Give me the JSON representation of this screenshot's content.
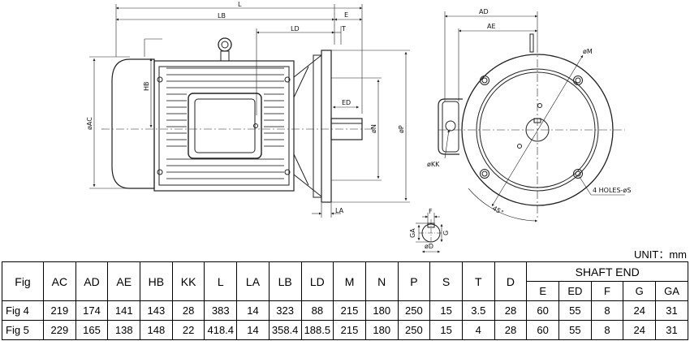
{
  "drawing_labels": {
    "L": "L",
    "LB": "LB",
    "E": "E",
    "LD": "LD",
    "T": "T",
    "HB": "HB",
    "phiAC": "øAC",
    "ED": "ED",
    "phiN": "øN",
    "phiP": "øP",
    "LA": "LA",
    "AD": "AD",
    "AE": "AE",
    "phiM": "øM",
    "phiKK": "øKK",
    "holes": "4 HOLES-øS",
    "angle": "45°",
    "F": "F",
    "GA": "GA",
    "G": "G",
    "phiD": "øD"
  },
  "unit_label": "UNIT：mm",
  "table": {
    "header_main": [
      "Fig",
      "AC",
      "AD",
      "AE",
      "HB",
      "KK",
      "L",
      "LA",
      "LB",
      "LD",
      "M",
      "N",
      "P",
      "S",
      "T",
      "D"
    ],
    "shaft_end_title": "SHAFT END",
    "header_shaft": [
      "E",
      "ED",
      "F",
      "G",
      "GA"
    ],
    "rows": [
      [
        "Fig 4",
        "219",
        "174",
        "141",
        "143",
        "28",
        "383",
        "14",
        "323",
        "88",
        "215",
        "180",
        "250",
        "15",
        "3.5",
        "28",
        "60",
        "55",
        "8",
        "24",
        "31"
      ],
      [
        "Fig 5",
        "229",
        "165",
        "138",
        "148",
        "22",
        "418.4",
        "14",
        "358.4",
        "188.5",
        "215",
        "180",
        "250",
        "15",
        "4",
        "28",
        "60",
        "55",
        "8",
        "24",
        "31"
      ]
    ]
  }
}
